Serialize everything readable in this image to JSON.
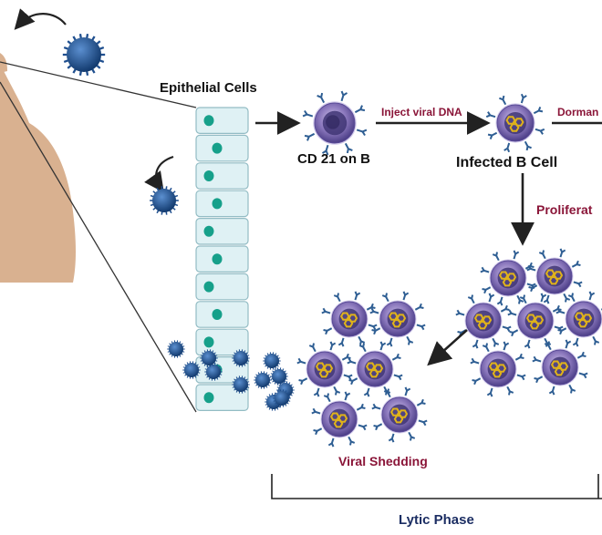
{
  "labels": {
    "epithelial_cells": "Epithelial Cells",
    "cd21": "CD 21 on B",
    "inject": "Inject viral DNA",
    "dormant": "Dorman",
    "infected": "Infected B Cell",
    "proliferation": "Proliferat",
    "viral_shedding": "Viral Shedding",
    "lytic_phase": "Lytic Phase"
  },
  "colors": {
    "skin": "#d9b190",
    "epithelial_cell": "#dff1f4",
    "epithelial_border": "#93bcc4",
    "nucleus": "#16a08a",
    "virus": "#1f4f8f",
    "b_cell": "#8b78bd",
    "b_cell_core": "#3f3574",
    "receptor": "#2e5e93",
    "viral_dna": "#e0b31a",
    "label_red": "#8a1538",
    "label_navy": "#1c2e63"
  },
  "icons": [
    "virus-icon",
    "curved-arrow-icon",
    "b-cell-icon",
    "viral-dna-icon",
    "epithelial-cell-icon"
  ]
}
